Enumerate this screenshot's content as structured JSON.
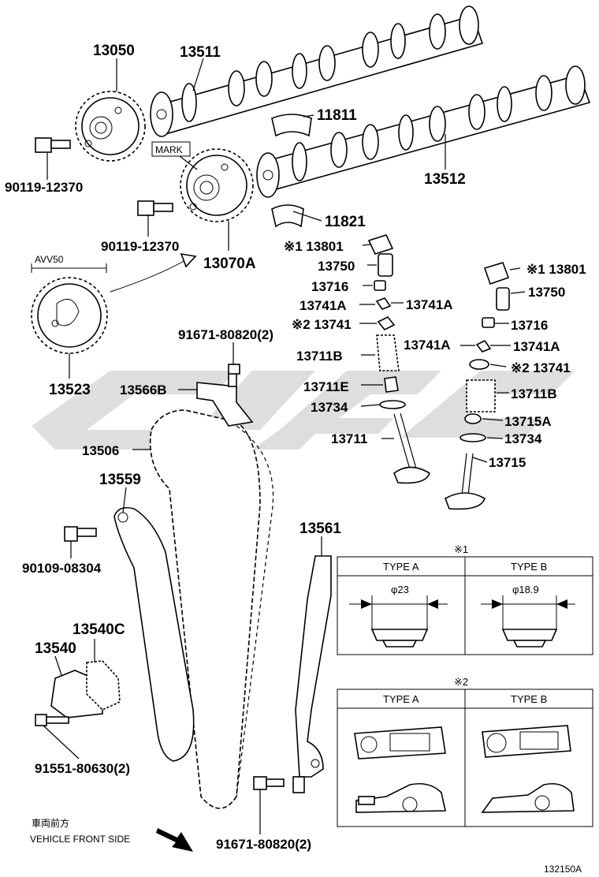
{
  "parts": {
    "p13050": "13050",
    "p13511": "13511",
    "p11811": "11811",
    "p90119a": "90119-12370",
    "mark": "MARK",
    "p13512": "13512",
    "p11821": "11821",
    "p90119b": "90119-12370",
    "p13070a": "13070A",
    "avv50": "AVV50",
    "p13801a": "※1 13801",
    "p13750a": "13750",
    "p13716a": "13716",
    "p13741a1": "13741A",
    "p13741a2": "13741A",
    "p13741x": "※2 13741",
    "p13801b": "※1 13801",
    "p13750b": "13750",
    "p13716b": "13716",
    "p91671a": "91671-80820(2)",
    "p13711b1": "13711B",
    "p13741a3": "13741A",
    "p13741a4": "13741A",
    "p13523": "13523",
    "p13566b": "13566B",
    "p13741y": "※2 13741",
    "p13711e": "13711E",
    "p13711b2": "13711B",
    "p13734a": "13734",
    "p13715a": "13715A",
    "p13506": "13506",
    "p13711": "13711",
    "p13734b": "13734",
    "p13715": "13715",
    "p13559": "13559",
    "p90109": "90109-08304",
    "p13561": "13561",
    "p13540c": "13540C",
    "p13540": "13540",
    "p91551": "91551-80630(2)",
    "p91671b": "91671-80820(2)"
  },
  "table1": {
    "mark": "※1",
    "type_a": "TYPE A",
    "type_b": "TYPE B",
    "dim_a": "φ23",
    "dim_b": "φ18.9"
  },
  "table2": {
    "mark": "※2",
    "type_a": "TYPE A",
    "type_b": "TYPE B"
  },
  "front": {
    "jp": "車両前方",
    "en": "VEHICLE FRONT SIDE"
  },
  "figure_id": "132150A"
}
